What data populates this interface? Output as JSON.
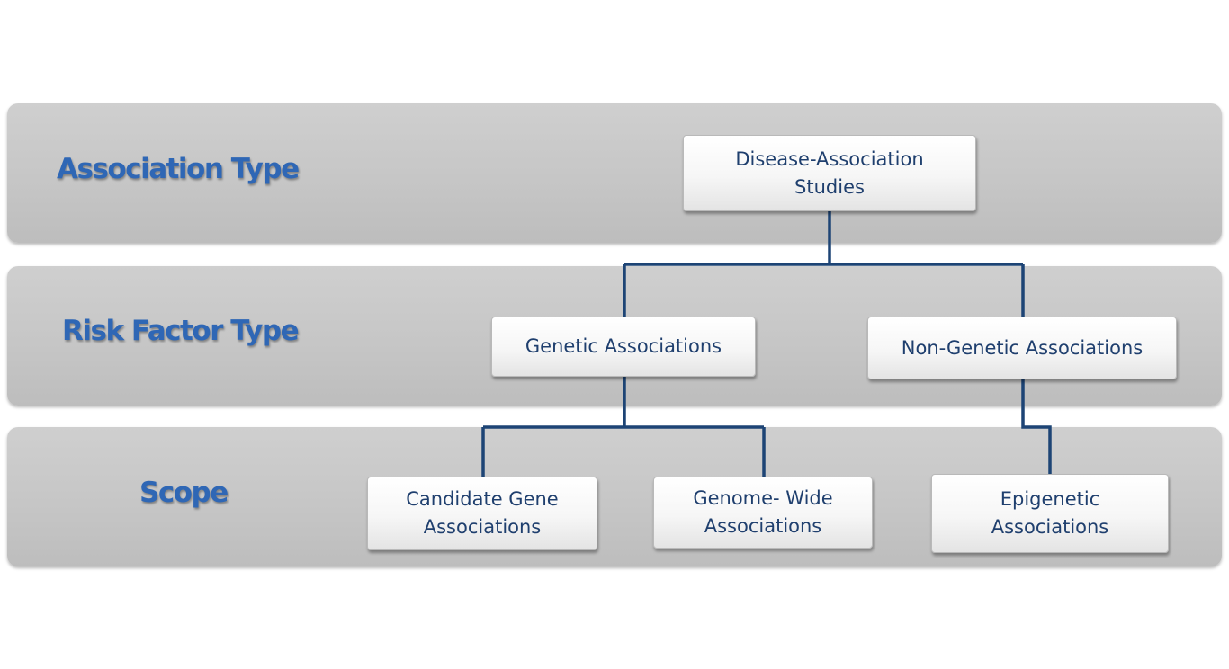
{
  "levels": [
    {
      "label": "Association Type"
    },
    {
      "label": "Risk Factor Type"
    },
    {
      "label": "Scope"
    }
  ],
  "nodes": {
    "disease": {
      "line1": "Disease-Association",
      "line2": "Studies"
    },
    "genetic": {
      "line1": "Genetic Associations"
    },
    "nongenetic": {
      "line1": "Non-Genetic Associations"
    },
    "candidate": {
      "line1": "Candidate Gene",
      "line2": "Associations"
    },
    "genome": {
      "line1": "Genome- Wide",
      "line2": "Associations"
    },
    "epigenetic": {
      "line1": "Epigenetic",
      "line2": "Associations"
    }
  },
  "colors": {
    "label": "#2f67b5",
    "connector": "#1d4475",
    "node_text": "#1f3f6e",
    "band": "#c6c6c6"
  }
}
